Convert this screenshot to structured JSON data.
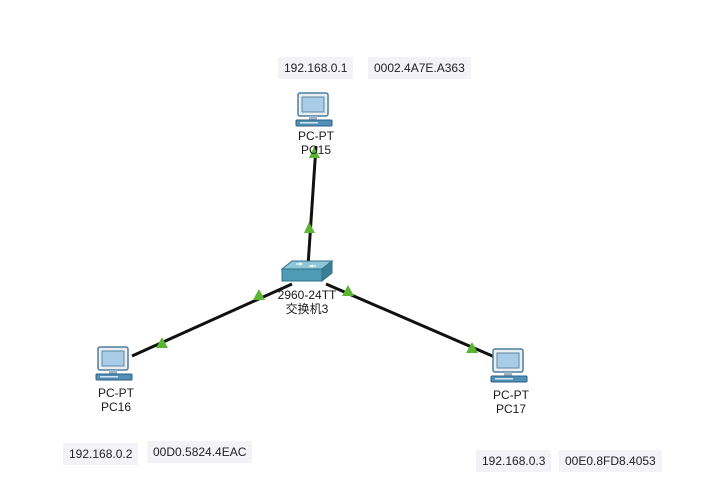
{
  "devices": {
    "pc15": {
      "model": "PC-PT",
      "name": "PC15"
    },
    "pc16": {
      "model": "PC-PT",
      "name": "PC16"
    },
    "pc17": {
      "model": "PC-PT",
      "name": "PC17"
    },
    "switch": {
      "model": "2960-24TT",
      "name": "交换机3"
    }
  },
  "notes": {
    "pc15_ip": "192.168.0.1",
    "pc15_mac": "0002.4A7E.A363",
    "pc16_ip": "192.168.0.2",
    "pc16_mac": "00D0.5824.4EAC",
    "pc17_ip": "192.168.0.3",
    "pc17_mac": "00E0.8FD8.4053"
  },
  "colors": {
    "link": "#111111",
    "link_status_up": "#5cb531",
    "pc_screen": "#a9cde6",
    "pc_body": "#4f8fb8",
    "switch_body": "#4d9bb5"
  },
  "icons": {
    "pc": "desktop-computer-icon",
    "switch": "network-switch-icon"
  }
}
